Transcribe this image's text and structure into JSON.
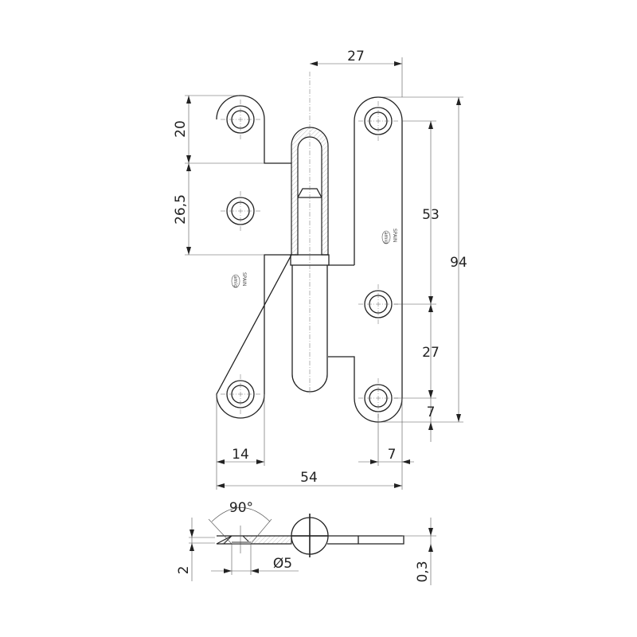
{
  "drawing": {
    "dimensions": {
      "pin_to_edge": "27",
      "top_hole_to_step": "20",
      "step_height": "26,5",
      "hole_spacing_upper": "53",
      "overall_height": "94",
      "hole_spacing_lower": "27",
      "hole_to_bottom": "7",
      "left_leaf_width": "14",
      "hole_to_right_edge": "7",
      "overall_width": "54",
      "countersink_angle": "90°",
      "hole_diameter": "Ø5",
      "thickness": "2",
      "clearance": "0,3"
    },
    "marking": {
      "brand": "amig",
      "country": "SPAIN"
    }
  }
}
